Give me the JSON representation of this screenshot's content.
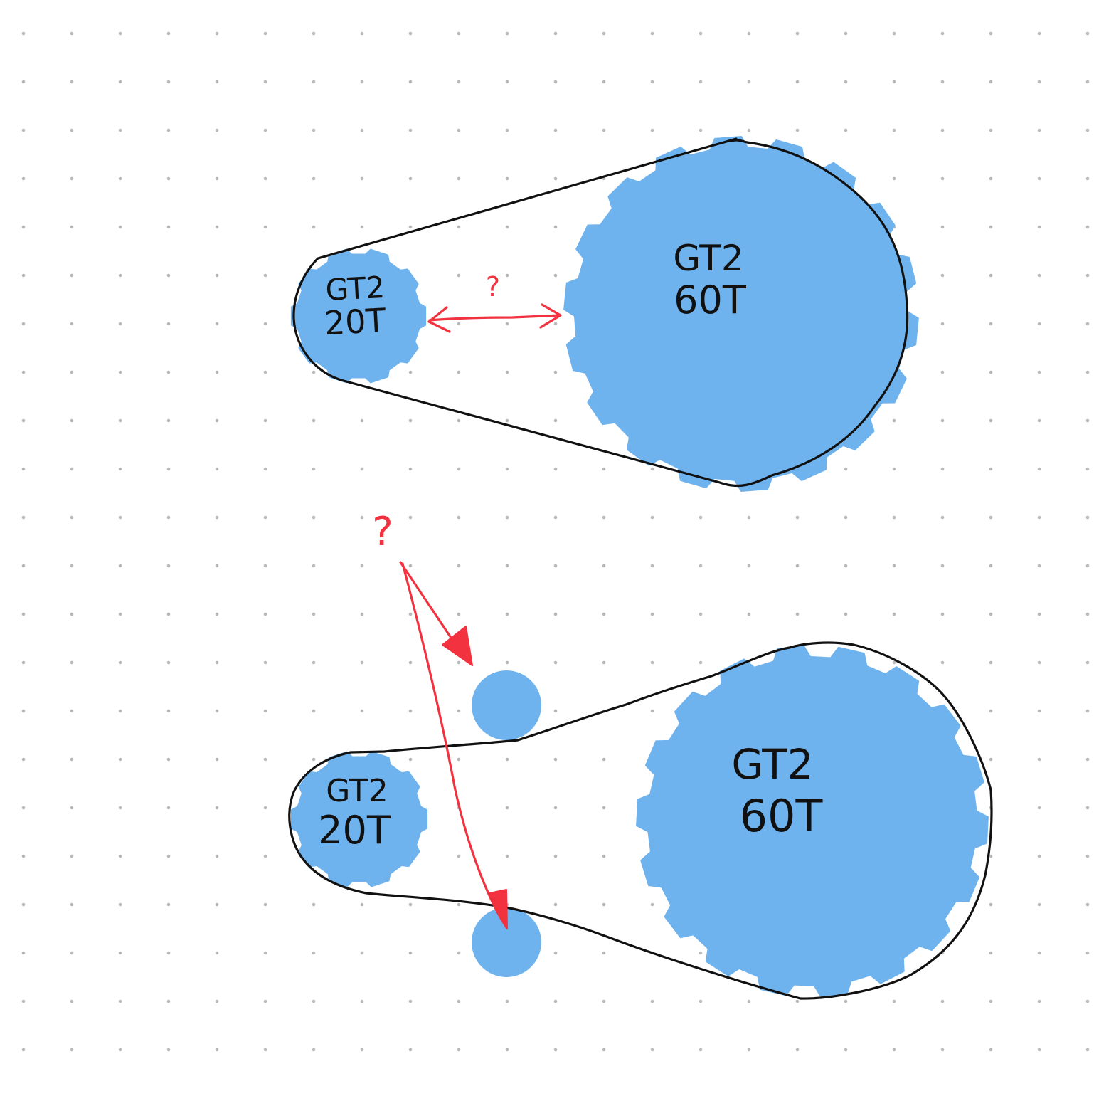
{
  "top_assembly": {
    "small_pulley": {
      "line1": "GT2",
      "line2": "20T"
    },
    "large_pulley": {
      "line1": "GT2",
      "line2": "60T"
    },
    "question_mark": "?"
  },
  "bottom_assembly": {
    "small_pulley": {
      "line1": "GT2",
      "line2": "20T"
    },
    "large_pulley": {
      "line1": "GT2",
      "line2": "60T"
    },
    "question_mark": "?"
  },
  "colors": {
    "pulley": "#6fb3ee",
    "belt": "#111111",
    "annotation": "#f2323f",
    "grid_dot": "#b9b9b9"
  }
}
